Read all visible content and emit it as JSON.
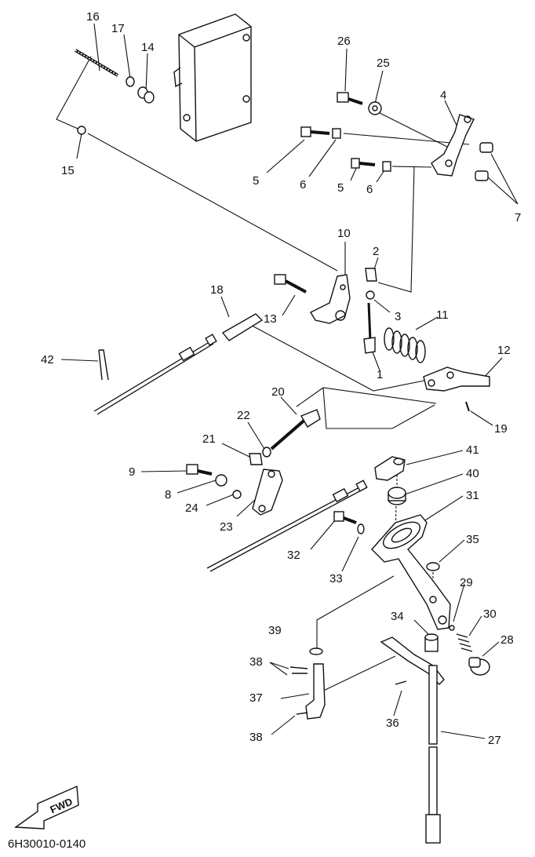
{
  "diagram": {
    "callouts": [
      "1",
      "2",
      "3",
      "4",
      "5",
      "6",
      "7",
      "8",
      "9",
      "10",
      "11",
      "12",
      "13",
      "14",
      "15",
      "16",
      "17",
      "18",
      "19",
      "20",
      "21",
      "22",
      "23",
      "24",
      "25",
      "26",
      "27",
      "28",
      "29",
      "30",
      "31",
      "32",
      "33",
      "34",
      "35",
      "36",
      "37",
      "38",
      "39",
      "40",
      "41",
      "42"
    ],
    "extra_callouts": {
      "five_b": "5",
      "six_b": "6",
      "thirtyeight_b": "38"
    },
    "fwd_label": "FWD",
    "diagram_code": "6H30010-0140"
  }
}
